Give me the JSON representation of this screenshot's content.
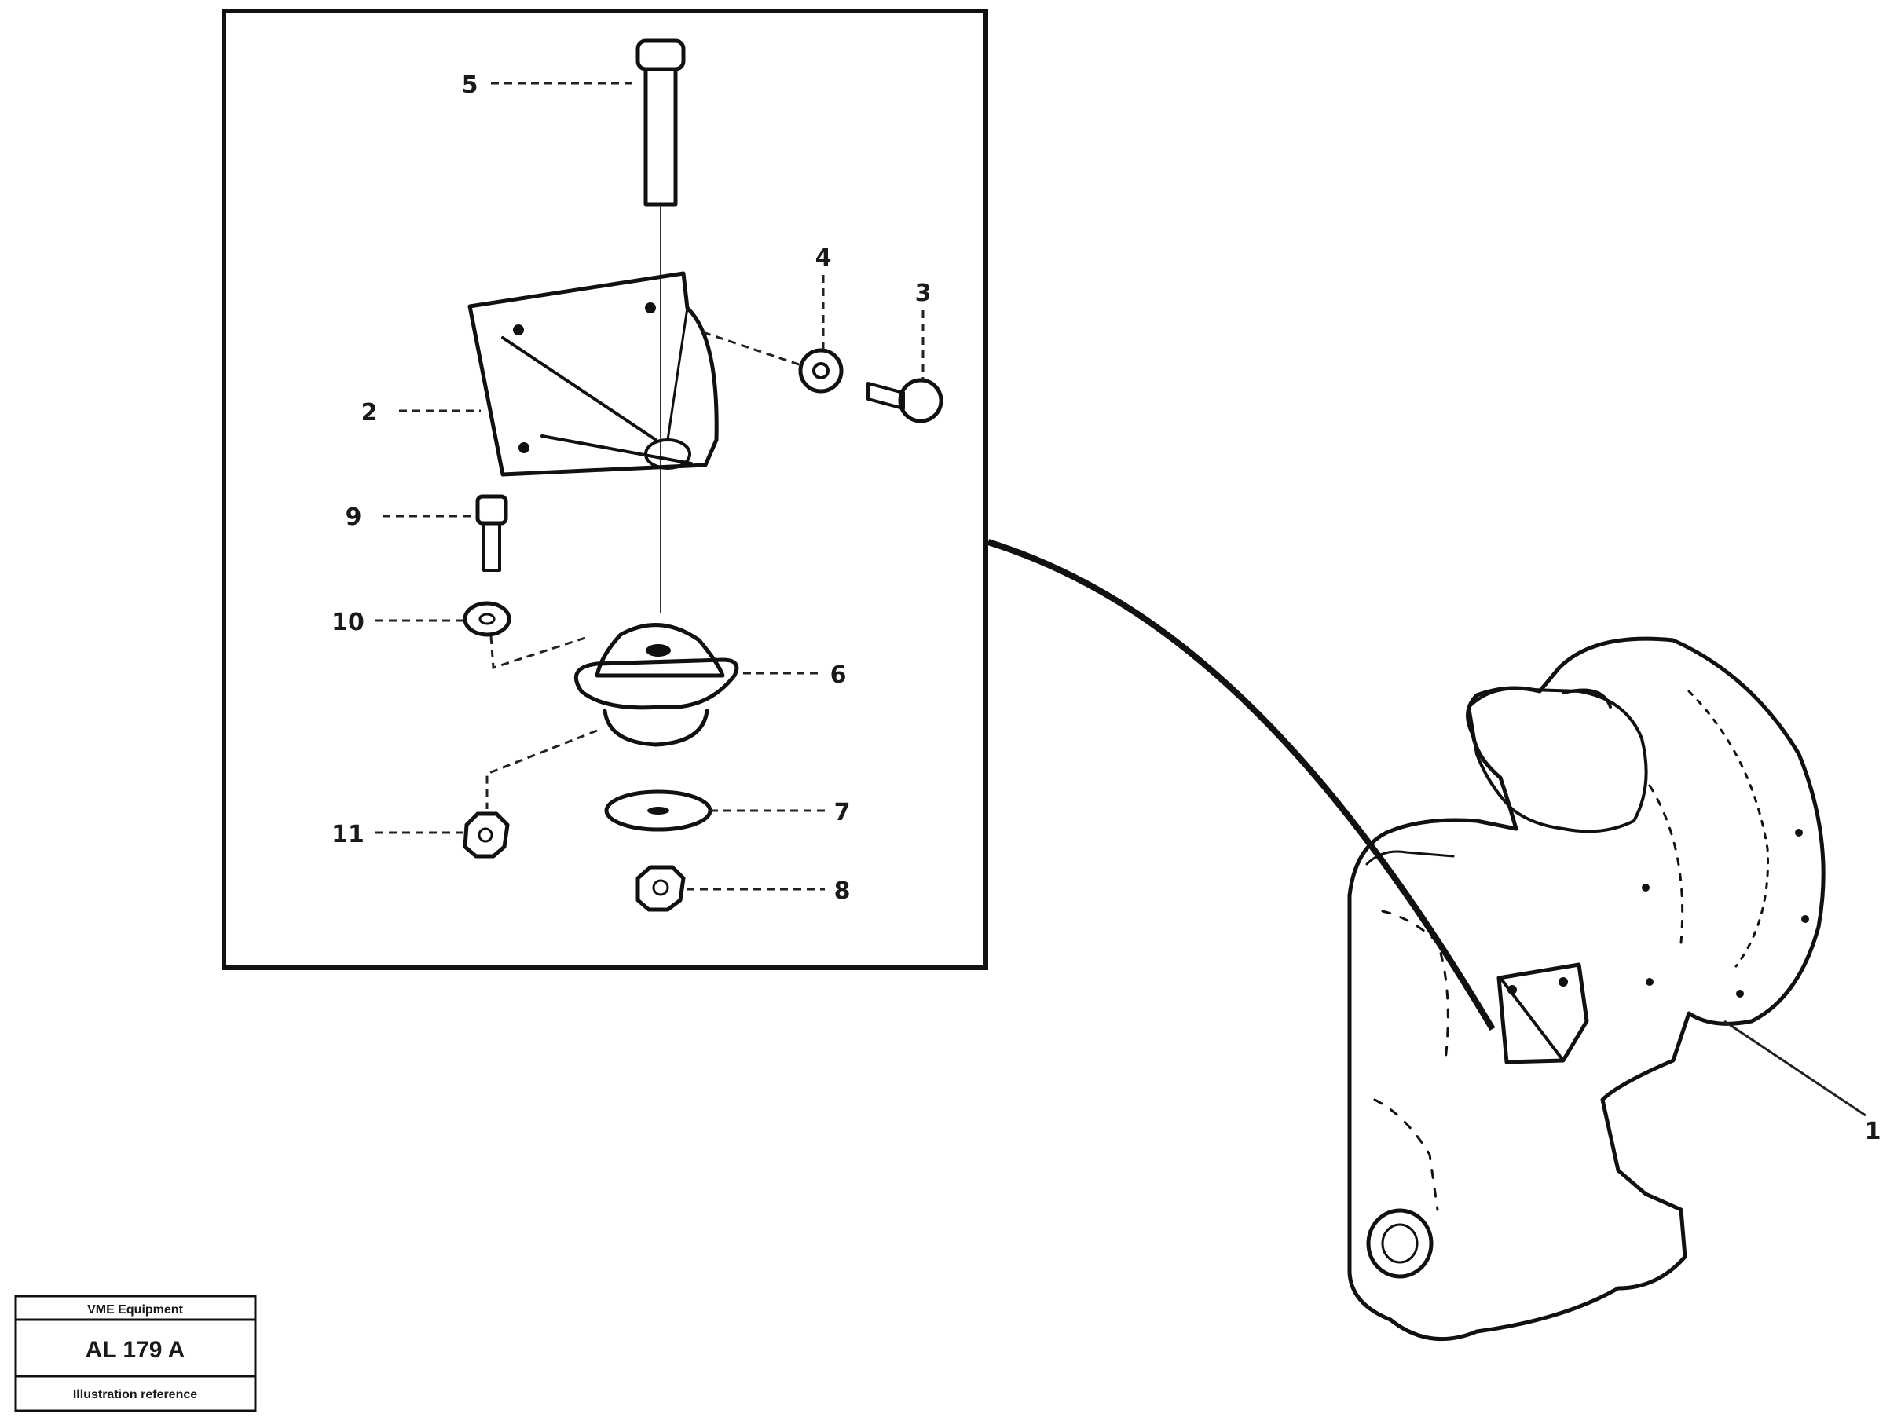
{
  "callouts": {
    "c1": "1",
    "c2": "2",
    "c3": "3",
    "c4": "4",
    "c5": "5",
    "c6": "6",
    "c7": "7",
    "c8": "8",
    "c9": "9",
    "c10": "10",
    "c11": "11"
  },
  "stamp": {
    "header": "VME Equipment",
    "code": "AL 179 A",
    "footer": "Illustration reference"
  }
}
